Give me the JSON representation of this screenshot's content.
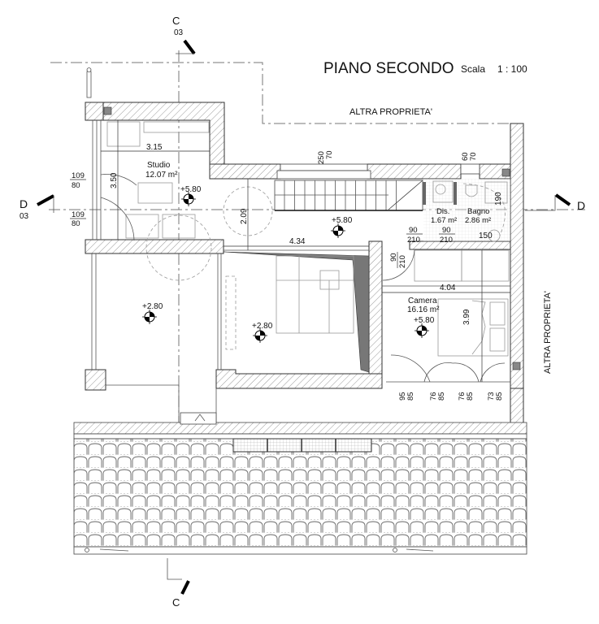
{
  "title": "PIANO SECONDO",
  "scale": {
    "label": "Scala",
    "value": "1 : 100"
  },
  "neighbors": {
    "top": "ALTRA PROPRIETA'",
    "right": "ALTRA PROPRIETA'"
  },
  "sections": {
    "c_top": {
      "letter": "C",
      "sheet": "03"
    },
    "c_bottom": {
      "letter": "C"
    },
    "d_left": {
      "letter": "D",
      "sheet": "03"
    },
    "d_right": {
      "letter": "D"
    }
  },
  "rooms": [
    {
      "name": "Studio",
      "area": "12.07 m²",
      "level": "+5.80"
    },
    {
      "name": "Dis.",
      "area": "1.67 m²"
    },
    {
      "name": "Bagno",
      "area": "2.86 m²"
    },
    {
      "name": "Camera",
      "area": "16.16 m²",
      "level": "+5.80"
    }
  ],
  "levels": {
    "stair_landing": "+5.80",
    "terrace": "+2.80",
    "living": "+2.80"
  },
  "dimensions": {
    "studio_width": "3.15",
    "studio_depth": "3.50",
    "corridor_depth": "2.09",
    "living_width": "4.34",
    "camera_width": "4.04",
    "camera_depth": "3.99",
    "bagno_shower": "190",
    "bagno_fixture": "150"
  },
  "openings": [
    {
      "w": "109",
      "h": "80"
    },
    {
      "w": "109",
      "h": "80"
    },
    {
      "w": "250",
      "h": "70"
    },
    {
      "w": "60",
      "h": "70"
    },
    {
      "w": "90",
      "h": "210"
    },
    {
      "w": "90",
      "h": "210"
    },
    {
      "w": "90",
      "h": "210"
    },
    {
      "w": "95",
      "h": "85"
    },
    {
      "w": "76",
      "h": "85"
    },
    {
      "w": "76",
      "h": "85"
    },
    {
      "w": "73",
      "h": "85"
    }
  ],
  "colors": {
    "line": "#333333",
    "hatch": "#888888",
    "solid": "#777777",
    "paper": "#ffffff"
  }
}
